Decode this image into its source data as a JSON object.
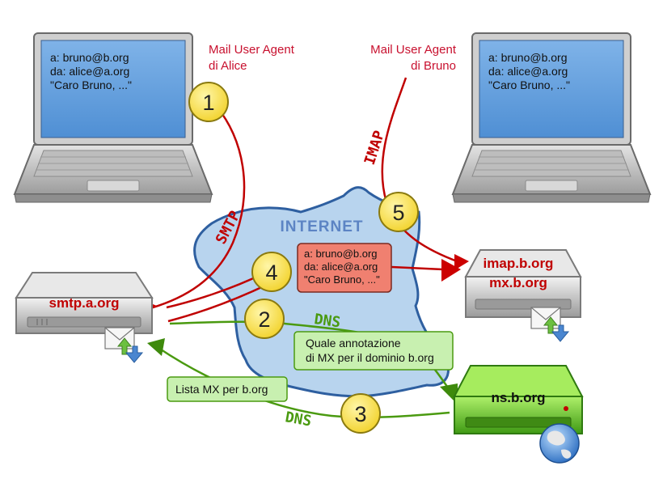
{
  "laptops": {
    "alice": {
      "screen_lines": [
        "a: bruno@b.org",
        "da: alice@a.org",
        "\"Caro Bruno, ...\""
      ]
    },
    "bruno": {
      "screen_lines": [
        "a: bruno@b.org",
        "da: alice@a.org",
        "\"Caro Bruno, ...\""
      ]
    }
  },
  "mua_labels": {
    "alice": [
      "Mail User Agent",
      "di Alice"
    ],
    "bruno": [
      "Mail User Agent",
      "di Bruno"
    ]
  },
  "internet_label": "INTERNET",
  "protocols": {
    "smtp": "SMTP",
    "imap": "IMAP",
    "dns_query": "DNS",
    "dns_reply": "DNS"
  },
  "steps": [
    "1",
    "2",
    "3",
    "4",
    "5"
  ],
  "message_box": [
    "a: bruno@b.org",
    "da: alice@a.org",
    "\"Caro Bruno, ...\""
  ],
  "query_box": [
    "Quale annotazione",
    "di MX per il dominio b.org"
  ],
  "reply_box": "Lista MX per b.org",
  "servers": {
    "smtp": [
      "smtp.a.org"
    ],
    "imap": [
      "imap.b.org",
      "mx.b.org"
    ],
    "ns": [
      "ns.b.org"
    ]
  },
  "colors": {
    "mua_label": "#c8102e",
    "smtp_line": "#c00000",
    "dns_line": "#4a9a10",
    "internet_fill": "#b8d4ee",
    "internet_stroke": "#2e5fa0",
    "badge_fill": "#f9e04b",
    "message_box_fill": "#f08070",
    "green_box_fill": "#c8f0b0"
  }
}
